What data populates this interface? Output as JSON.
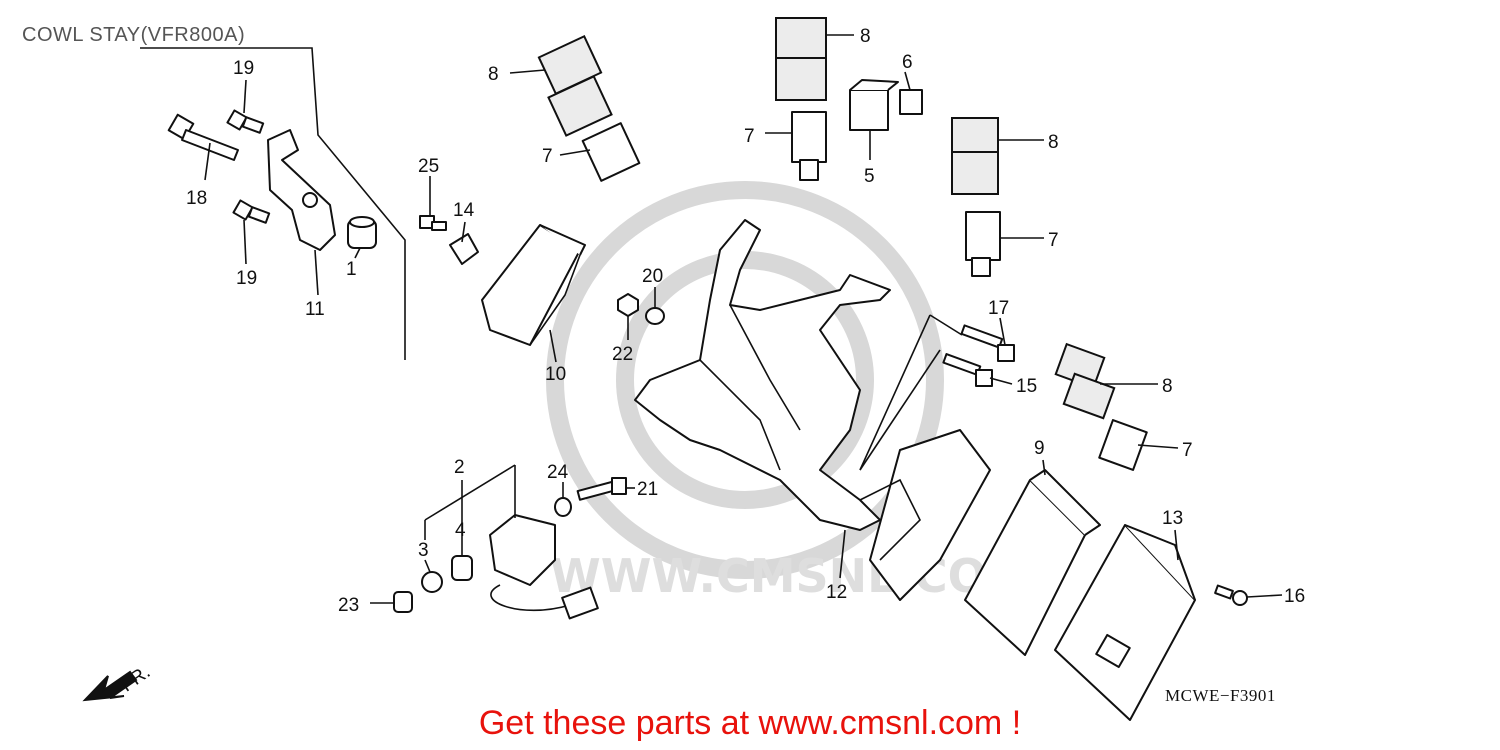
{
  "title": "COWL STAY(VFR800A)",
  "diagram_code": "MCWE−F3901",
  "cta": "Get these parts at www.cmsnl.com !",
  "watermark": "WWW.CMSNL.COM",
  "front_marker": "FR.",
  "callouts": [
    "1",
    "2",
    "3",
    "4",
    "5",
    "6",
    "7",
    "7",
    "7",
    "7",
    "8",
    "8",
    "8",
    "8",
    "9",
    "10",
    "11",
    "12",
    "13",
    "14",
    "15",
    "16",
    "17",
    "18",
    "19",
    "19",
    "20",
    "21",
    "22",
    "23",
    "24",
    "25"
  ]
}
